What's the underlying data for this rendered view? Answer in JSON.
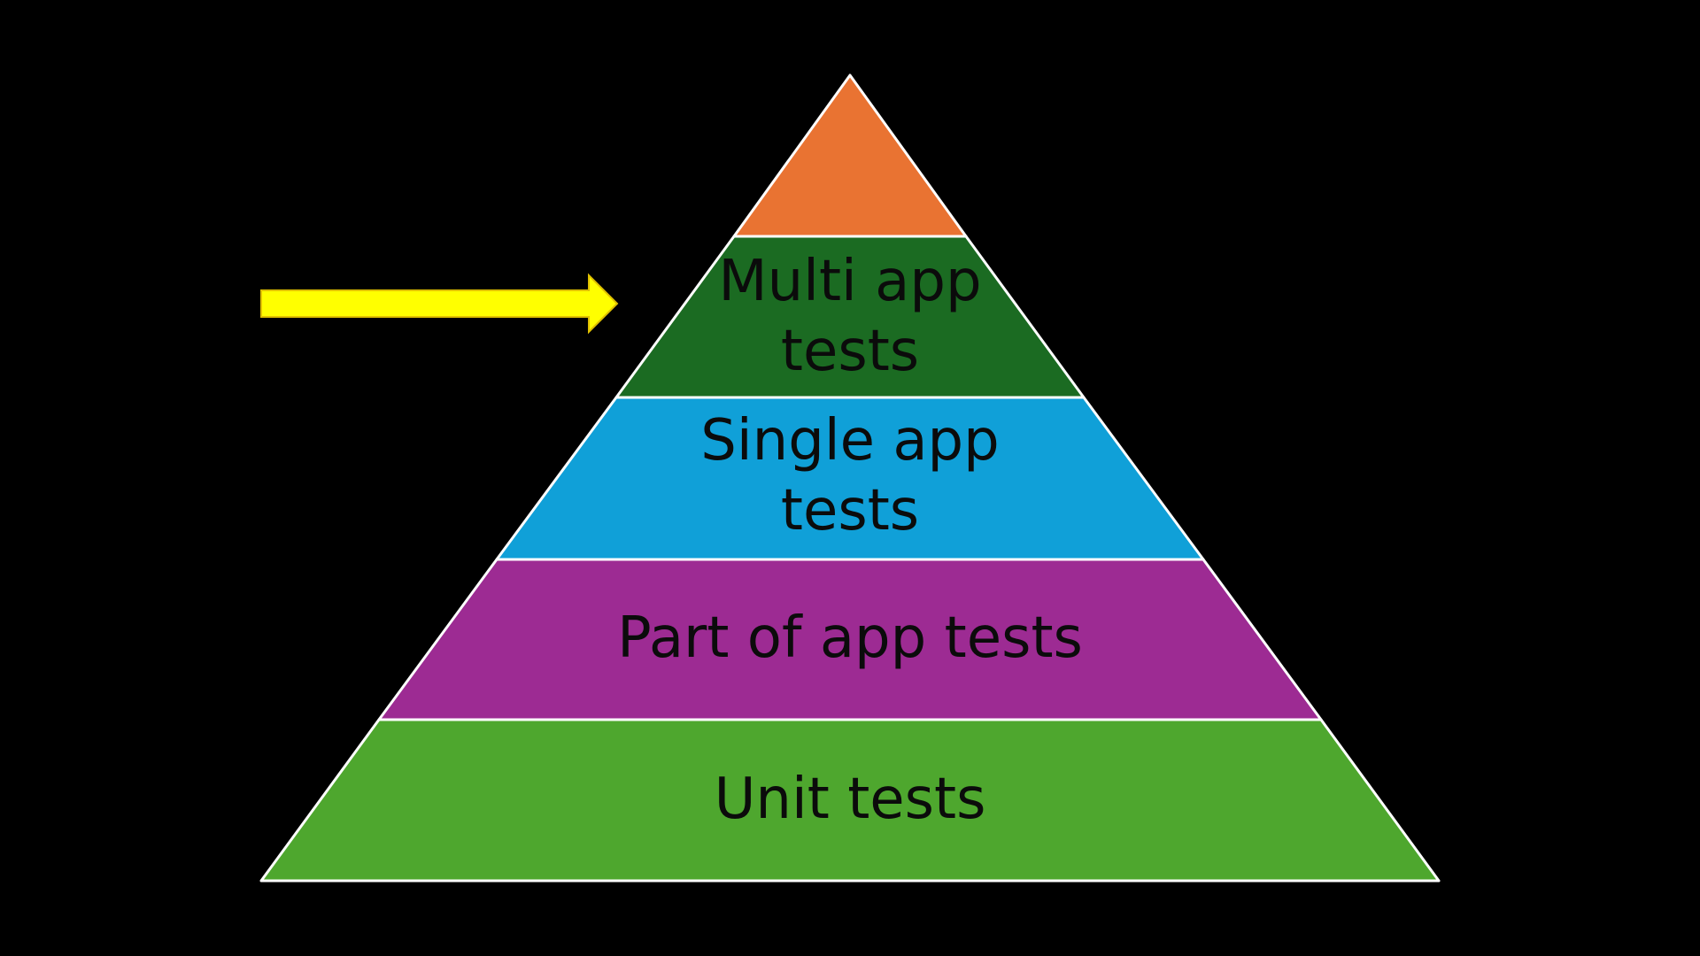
{
  "diagram": {
    "type": "pyramid",
    "tiers": [
      {
        "id": "top",
        "label_lines": [],
        "color": "#E97332"
      },
      {
        "id": "multi",
        "label_lines": [
          "Multi app",
          "tests"
        ],
        "color": "#1B6B22"
      },
      {
        "id": "single",
        "label_lines": [
          "Single app",
          "tests"
        ],
        "color": "#10A0D8"
      },
      {
        "id": "part",
        "label_lines": [
          "Part of app tests"
        ],
        "color": "#9D2B93"
      },
      {
        "id": "unit",
        "label_lines": [
          "Unit tests"
        ],
        "color": "#4EA72E"
      }
    ],
    "outline_color": "#FFFFFF",
    "highlight_arrow": {
      "target_tier": "multi",
      "color": "#FFFF00",
      "outline_color": "#E0C000",
      "direction": "right"
    }
  }
}
